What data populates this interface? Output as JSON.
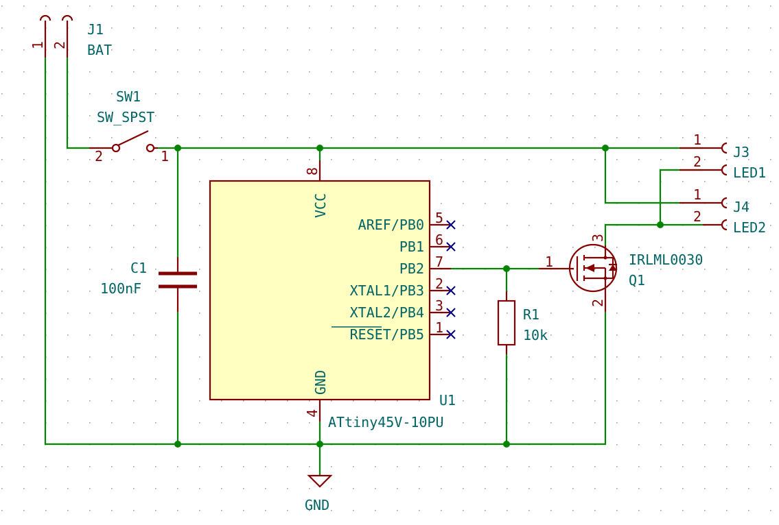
{
  "colors": {
    "wire": "#008400",
    "symbol_body": "#840000",
    "ic_fill": "#ffffc2",
    "label": "#006464",
    "no_connect": "#000084",
    "grid_dot": "#a0a0a0"
  },
  "j1": {
    "ref": "J1",
    "value": "BAT",
    "pin1": "1",
    "pin2": "2"
  },
  "sw1": {
    "ref": "SW1",
    "value": "SW_SPST",
    "pin1": "1",
    "pin2": "2"
  },
  "c1": {
    "ref": "C1",
    "value": "100nF"
  },
  "u1": {
    "ref": "U1",
    "value": "ATtiny45V-10PU",
    "vcc_label": "VCC",
    "vcc_pin": "8",
    "gnd_label": "GND",
    "gnd_pin": "4",
    "pins": [
      {
        "name": "AREF/PB0",
        "num": "5"
      },
      {
        "name": "PB1",
        "num": "6"
      },
      {
        "name": "PB2",
        "num": "7"
      },
      {
        "name": "XTAL1/PB3",
        "num": "2"
      },
      {
        "name": "XTAL2/PB4",
        "num": "3"
      },
      {
        "name": "RESET/PB5",
        "num": "1"
      }
    ]
  },
  "r1": {
    "ref": "R1",
    "value": "10k"
  },
  "q1": {
    "ref": "Q1",
    "value": "IRLML0030",
    "gate_pin": "1",
    "source_pin": "2",
    "drain_pin": "3"
  },
  "j3": {
    "ref": "J3",
    "value": "LED1",
    "pin1": "1",
    "pin2": "2"
  },
  "j4": {
    "ref": "J4",
    "value": "LED2",
    "pin1": "1",
    "pin2": "2"
  },
  "gnd_symbol": {
    "label": "GND"
  }
}
